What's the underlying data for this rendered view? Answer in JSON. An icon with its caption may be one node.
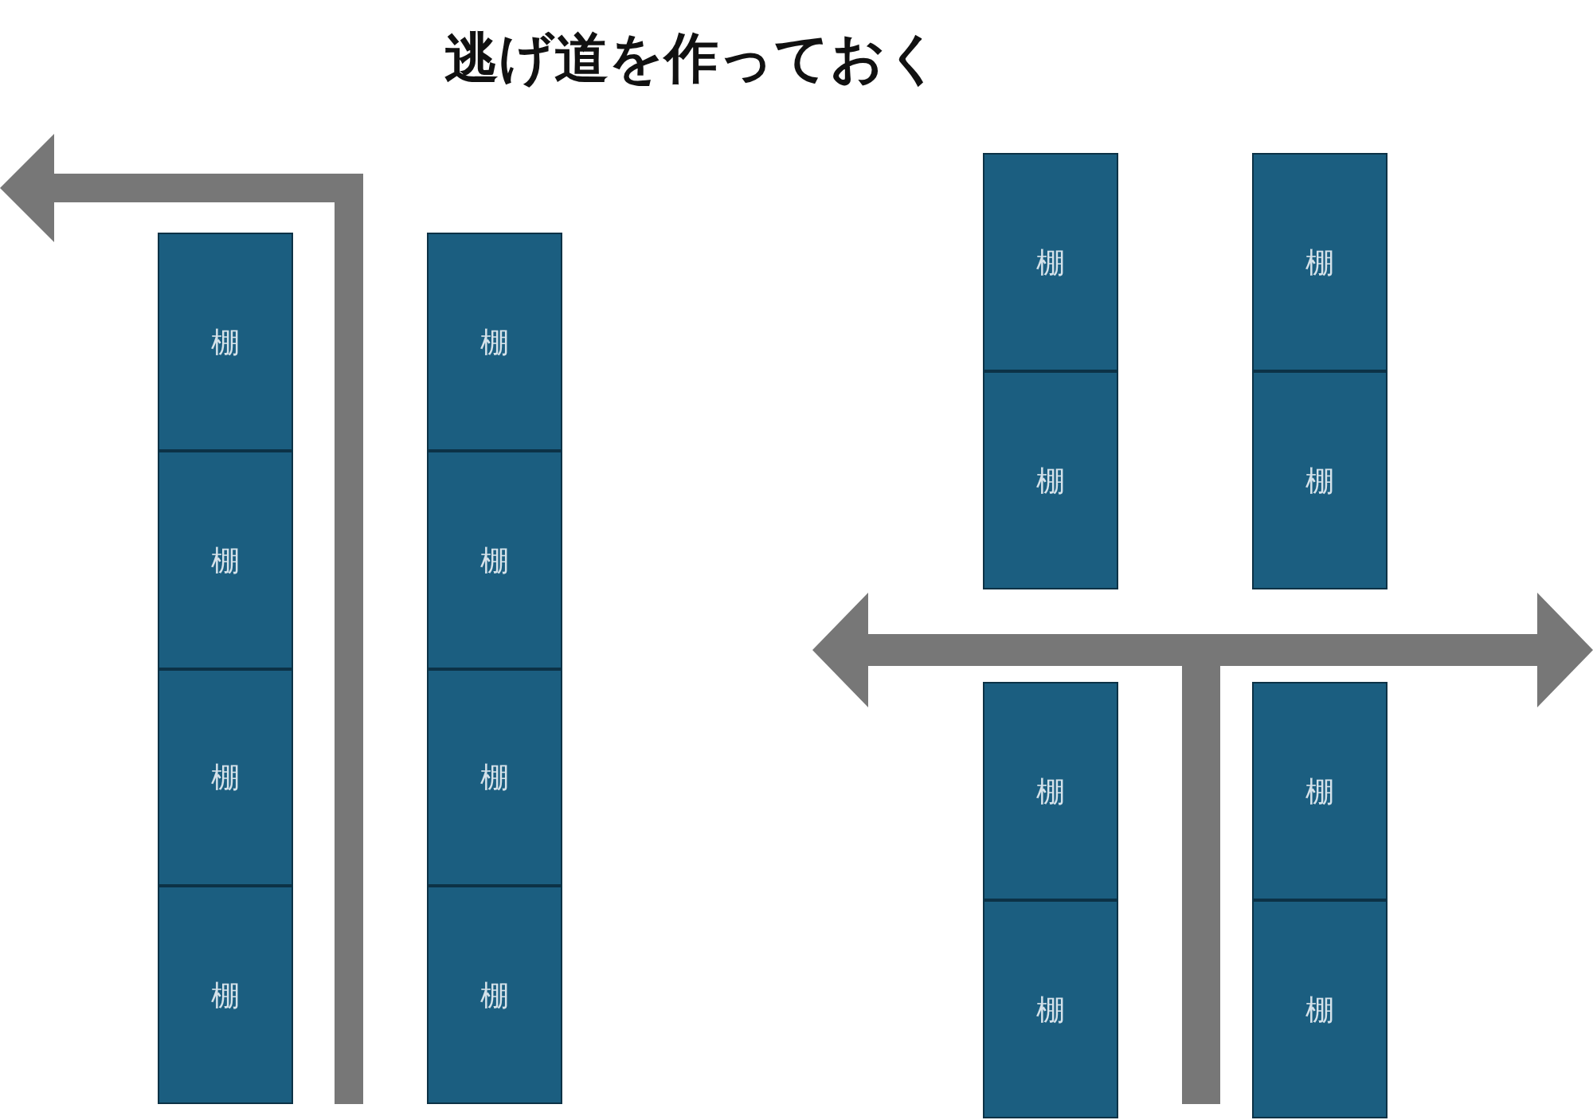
{
  "diagram": {
    "title": "逃げ道を作っておく",
    "nodes": [
      {
        "text": [
          "棚"
        ]
      },
      {
        "text": [
          "棚"
        ]
      },
      {
        "text": [
          "棚"
        ]
      },
      {
        "text": [
          "棚"
        ]
      },
      {
        "text": [
          "棚"
        ]
      },
      {
        "text": [
          "棚"
        ]
      },
      {
        "text": [
          "棚"
        ]
      },
      {
        "text": [
          "棚"
        ]
      },
      {
        "text": [
          "棚"
        ]
      },
      {
        "text": [
          "棚"
        ]
      },
      {
        "text": [
          "棚"
        ]
      },
      {
        "text": [
          "棚"
        ]
      },
      {
        "text": [
          "棚"
        ]
      },
      {
        "text": [
          "棚"
        ]
      },
      {
        "text": [
          "棚"
        ]
      },
      {
        "text": [
          "棚"
        ]
      }
    ]
  }
}
